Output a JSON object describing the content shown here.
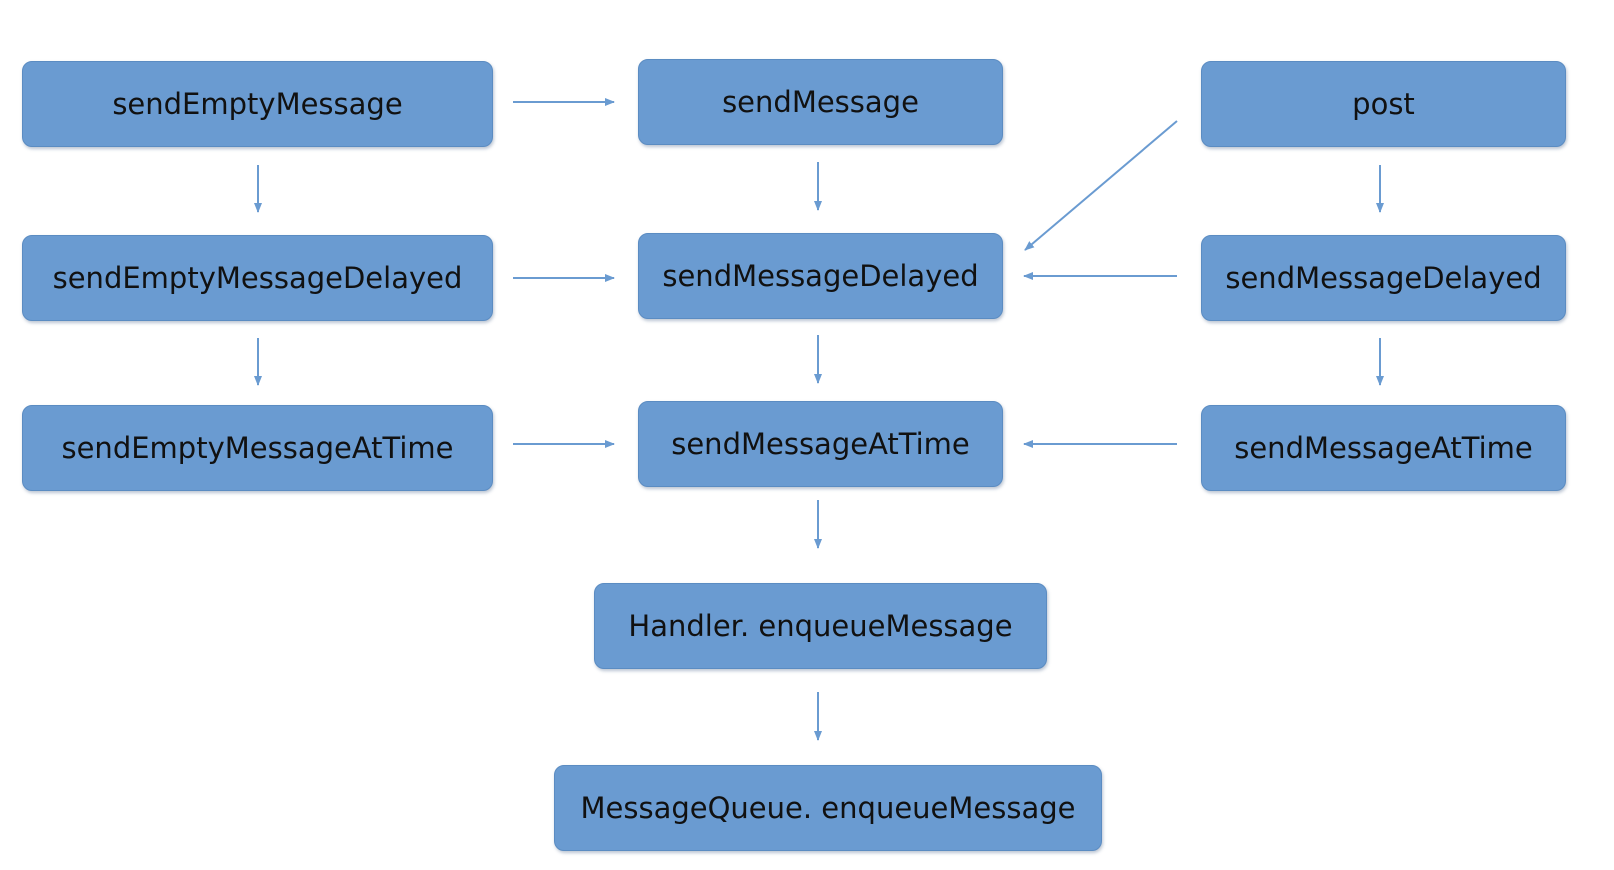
{
  "diagram": {
    "colors": {
      "node_fill": "#6a9bd1",
      "node_border": "#5b8cc2",
      "edge": "#6a9bd1",
      "text": "#111111"
    },
    "nodes": {
      "send_empty_message": "sendEmptyMessage",
      "send_message": "sendMessage",
      "post": "post",
      "send_empty_message_delayed": "sendEmptyMessageDelayed",
      "send_message_delayed": "sendMessageDelayed",
      "post_send_message_delayed": "sendMessageDelayed",
      "send_empty_message_at_time": "sendEmptyMessageAtTime",
      "send_message_at_time": "sendMessageAtTime",
      "post_send_message_at_time": "sendMessageAtTime",
      "handler_enqueue_message": "Handler. enqueueMessage",
      "message_queue_enqueue_message": "MessageQueue. enqueueMessage"
    },
    "edges": [
      {
        "from": "sendEmptyMessage",
        "to": "sendMessage"
      },
      {
        "from": "sendEmptyMessage",
        "to": "sendEmptyMessageDelayed"
      },
      {
        "from": "sendMessage",
        "to": "sendMessageDelayed"
      },
      {
        "from": "post",
        "to": "sendMessageDelayed"
      },
      {
        "from": "post",
        "to": "sendMessageDelayed (right)"
      },
      {
        "from": "sendEmptyMessageDelayed",
        "to": "sendMessageDelayed"
      },
      {
        "from": "sendMessageDelayed (right)",
        "to": "sendMessageDelayed"
      },
      {
        "from": "sendEmptyMessageDelayed",
        "to": "sendEmptyMessageAtTime"
      },
      {
        "from": "sendMessageDelayed",
        "to": "sendMessageAtTime"
      },
      {
        "from": "sendMessageDelayed (right)",
        "to": "sendMessageAtTime (right)"
      },
      {
        "from": "sendEmptyMessageAtTime",
        "to": "sendMessageAtTime"
      },
      {
        "from": "sendMessageAtTime (right)",
        "to": "sendMessageAtTime"
      },
      {
        "from": "sendMessageAtTime",
        "to": "Handler. enqueueMessage"
      },
      {
        "from": "Handler. enqueueMessage",
        "to": "MessageQueue. enqueueMessage"
      }
    ]
  }
}
